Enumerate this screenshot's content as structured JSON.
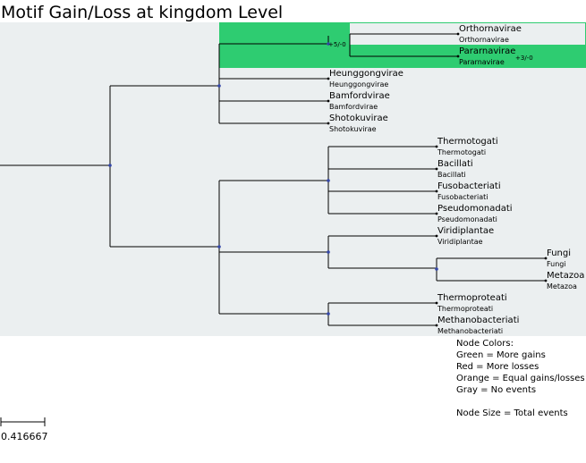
{
  "title": "Motif Gain/Loss at kingdom Level",
  "colors": {
    "background_panel": "#ebeff0",
    "gain_highlight": "#2ecc71",
    "node_dot": "#3447a8",
    "branch": "#000000"
  },
  "highlights": [
    {
      "name": "Orthornavirae-clade",
      "color": "#2ecc71"
    },
    {
      "name": "Pararnavirae",
      "color": "#2ecc71"
    }
  ],
  "events": [
    {
      "name": "internal-orthornavirae-pararnavirae",
      "label": "+5/-0"
    },
    {
      "name": "Pararnavirae",
      "label": "+3/-0"
    }
  ],
  "leaves": [
    {
      "name": "Orthornavirae",
      "sublabel": "Orthornavirae"
    },
    {
      "name": "Pararnavirae",
      "sublabel": "Pararnavirae"
    },
    {
      "name": "Heunggongvirae",
      "sublabel": "Heunggongvirae"
    },
    {
      "name": "Bamfordvirae",
      "sublabel": "Bamfordvirae"
    },
    {
      "name": "Shotokuvirae",
      "sublabel": "Shotokuvirae"
    },
    {
      "name": "Thermotogati",
      "sublabel": "Thermotogati"
    },
    {
      "name": "Bacillati",
      "sublabel": "Bacillati"
    },
    {
      "name": "Fusobacteriati",
      "sublabel": "Fusobacteriati"
    },
    {
      "name": "Pseudomonadati",
      "sublabel": "Pseudomonadati"
    },
    {
      "name": "Viridiplantae",
      "sublabel": "Viridiplantae"
    },
    {
      "name": "Fungi",
      "sublabel": "Fungi"
    },
    {
      "name": "Metazoa",
      "sublabel": "Metazoa"
    },
    {
      "name": "Thermoproteati",
      "sublabel": "Thermoproteati"
    },
    {
      "name": "Methanobacteriati",
      "sublabel": "Methanobacteriati"
    }
  ],
  "legend": {
    "lines": [
      "Node Colors:",
      "Green = More gains",
      "Red = More losses",
      "Orange = Equal gains/losses",
      "Gray = No events",
      "",
      "Node Size = Total events"
    ]
  },
  "scale_bar": {
    "label": "0.416667"
  }
}
